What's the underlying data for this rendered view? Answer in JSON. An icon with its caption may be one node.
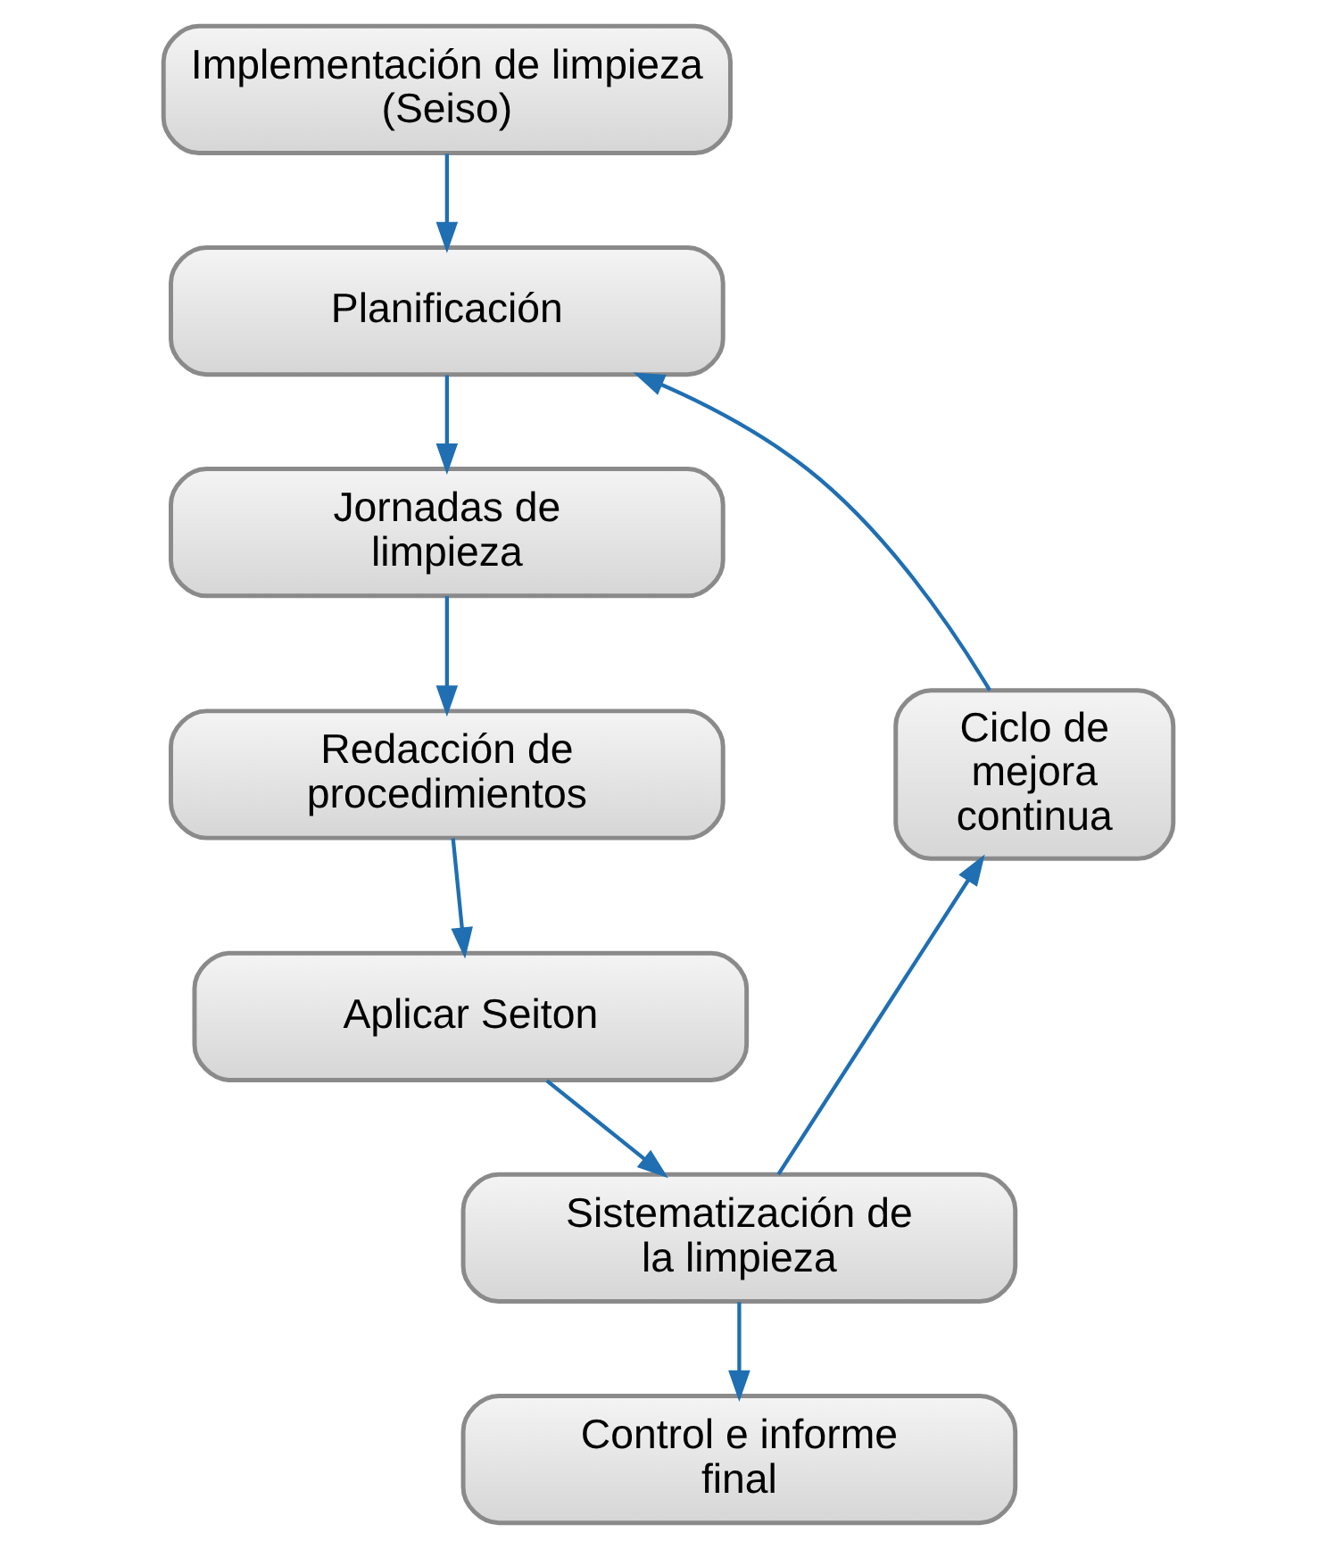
{
  "diagram": {
    "nodes": [
      {
        "text": [
          "Implementación de limpieza (Seiso)"
        ]
      },
      {
        "text": [
          "Planificación"
        ]
      },
      {
        "text": [
          "Jornadas de limpieza"
        ]
      },
      {
        "text": [
          "Redacción de procedimientos"
        ]
      },
      {
        "text": [
          "Aplicar Seiton"
        ]
      },
      {
        "text": [
          "Sistematización de la limpieza"
        ]
      },
      {
        "text": [
          "Control e informe final"
        ]
      },
      {
        "text": [
          "Ciclo de mejora continua"
        ]
      }
    ],
    "edges": [
      {
        "from": 0,
        "to": 1,
        "arrow": "to"
      },
      {
        "from": 1,
        "to": 2,
        "arrow": "to"
      },
      {
        "from": 2,
        "to": 3,
        "arrow": "to"
      },
      {
        "from": 3,
        "to": 4,
        "arrow": "to"
      },
      {
        "from": 4,
        "to": 5,
        "arrow": "to"
      },
      {
        "from": 5,
        "to": 6,
        "arrow": "to"
      },
      {
        "from": 5,
        "to": 7,
        "arrow": "to"
      },
      {
        "from": 7,
        "to": 1,
        "arrow": "to"
      }
    ]
  }
}
